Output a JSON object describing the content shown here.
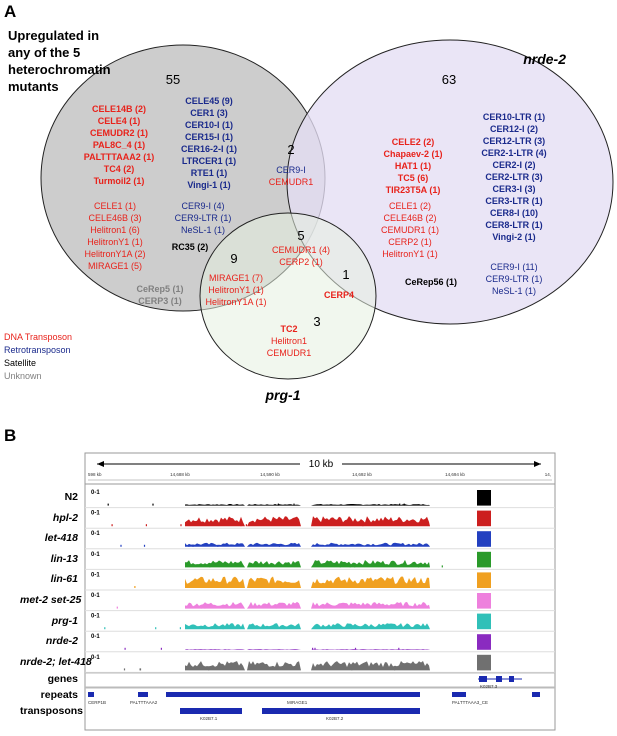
{
  "panel_a": {
    "label": "A",
    "heading": [
      "Upregulated in",
      "any of the 5",
      "heterochromatin",
      "mutants"
    ],
    "set_nrde2": "nrde-2",
    "set_prg1": "prg-1",
    "colors": {
      "dna": "#e8221b",
      "retro": "#1a2a8c",
      "satellite": "#000000",
      "unknown": "#808080",
      "het_fill": "#c9c9c9",
      "nrde_fill": "#e6e1f3",
      "prg_fill": "#e6f0e0"
    },
    "legend": [
      "DNA Transposon",
      "Retrotransposon",
      "Satellite",
      "Unknown"
    ],
    "regions": {
      "het_only": {
        "count": "55",
        "dna_bold": [
          "CELE14B (2)",
          "CELE4 (1)",
          "CEMUDR2 (1)",
          "PAL8C_4 (1)",
          "PALTTTAAA2 (1)",
          "TC4 (2)",
          "Turmoil2 (1)"
        ],
        "retro_bold": [
          "CELE45 (9)",
          "CER1 (3)",
          "CER10-I (1)",
          "CER15-I (1)",
          "CER16-2-I (1)",
          "LTRCER1 (1)",
          "RTE1 (1)",
          "Vingi-1 (1)"
        ],
        "dna": [
          "CELE1 (1)",
          "CELE46B (3)",
          "Helitron1 (6)",
          "HelitronY1 (1)",
          "HelitronY1A (2)",
          "MIRAGE1 (5)"
        ],
        "retro": [
          "CER9-I (4)",
          "CER9-LTR (1)",
          "NeSL-1 (1)"
        ],
        "satellite_bold": "RC35 (2)",
        "unknown_bold": [
          "CeRep5 (1)",
          "CERP3 (1)"
        ]
      },
      "het_nrde": {
        "count": "2",
        "retro": "CER9-I",
        "dna": "CEMUDR1"
      },
      "nrde_only": {
        "count": "63",
        "dna_bold": [
          "CELE2 (2)",
          "Chapaev-2 (1)",
          "HAT1 (1)",
          "TC5 (6)",
          "TIR23T5A (1)"
        ],
        "retro_bold": [
          "CER10-LTR (1)",
          "CER12-I (2)",
          "CER12-LTR (3)",
          "CER2-1-LTR (4)",
          "CER2-I (2)",
          "CER2-LTR (3)",
          "CER3-I (3)",
          "CER3-LTR (1)",
          "CER8-I (10)",
          "CER8-LTR (1)",
          "Vingi-2 (1)"
        ],
        "dna": [
          "CELE1 (2)",
          "CELE46B (2)",
          "CEMUDR1 (1)",
          "CERP2 (1)",
          "HelitronY1 (1)"
        ],
        "satellite_bold": "CeRep56 (1)",
        "retro": [
          "CER9-I (11)",
          "CER9-LTR (1)",
          "NeSL-1 (1)"
        ]
      },
      "all_three": {
        "count": "5",
        "dna": [
          "CEMUDR1 (4)",
          "CERP2 (1)"
        ]
      },
      "het_prg": {
        "count": "9",
        "dna": [
          "MIRAGE1 (7)",
          "HelitronY1 (1)",
          "HelitronY1A (1)"
        ]
      },
      "nrde_prg": {
        "count": "1",
        "dna_bold": "CERP4"
      },
      "prg_only": {
        "count": "3",
        "dna_bold": "TC2",
        "dna": [
          "Helitron1",
          "CEMUDR1"
        ]
      }
    }
  },
  "panel_b": {
    "label": "B",
    "scale_label": "10 kb",
    "ruler_ticks": [
      "598 kb",
      "14,688 kb",
      "14,590 kb",
      "14,692 kb",
      "14,694 kb",
      "14,"
    ],
    "range_label": "0-1",
    "tracks": [
      {
        "name": "N2",
        "color": "#000000",
        "italic": false,
        "level": 0.12
      },
      {
        "name": "hpl-2",
        "color": "#cc1f1f",
        "italic": true,
        "level": 0.75
      },
      {
        "name": "let-418",
        "color": "#2340c0",
        "italic": true,
        "level": 0.3
      },
      {
        "name": "lin-13",
        "color": "#2a9a2a",
        "italic": true,
        "level": 0.55
      },
      {
        "name": "lin-61",
        "color": "#f0a020",
        "italic": true,
        "level": 0.85
      },
      {
        "name": "met-2 set-25",
        "color": "#ee80dd",
        "italic": true,
        "level": 0.5
      },
      {
        "name": "prg-1",
        "color": "#30c0b8",
        "italic": true,
        "level": 0.45
      },
      {
        "name": "nrde-2",
        "color": "#8a2bc0",
        "italic": true,
        "level": 0.06
      },
      {
        "name": "nrde-2; let-418",
        "color": "#707070",
        "italic": true,
        "level": 0.7
      }
    ],
    "annotation_tracks": [
      "genes",
      "repeats",
      "transposons"
    ],
    "gene_labels": [
      "K02B7.3"
    ],
    "repeat_labels": [
      "CERP1B",
      "PALTTTAAA2",
      "MIRAGE1",
      "PALTTTAAA3_CE"
    ],
    "transposon_labels": [
      "K02B7.1",
      "K02B7.2"
    ]
  }
}
